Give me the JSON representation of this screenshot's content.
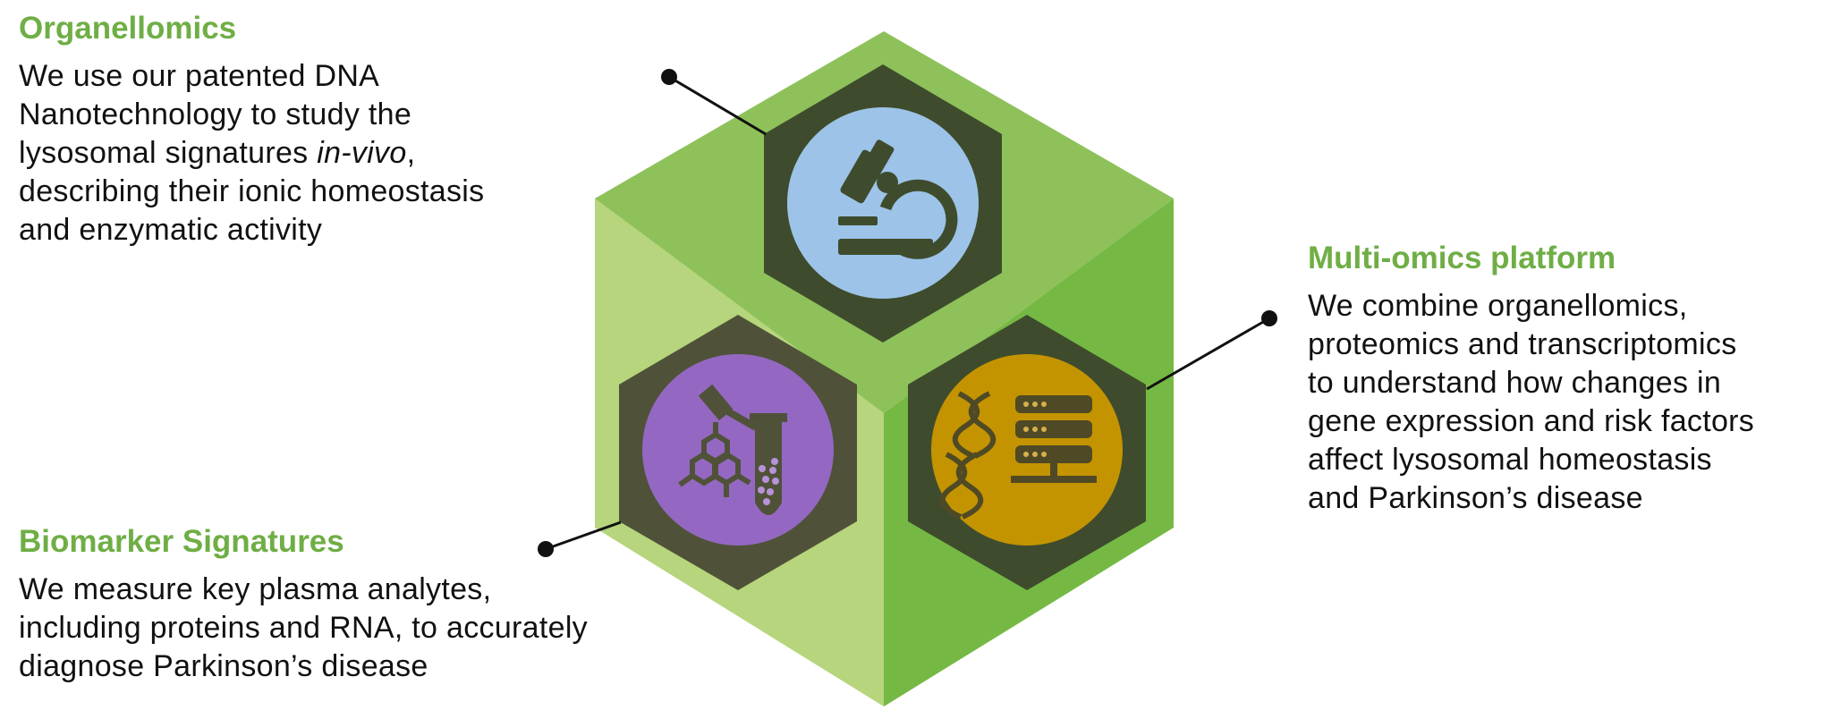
{
  "sections": {
    "organellomics": {
      "title": "Organellomics",
      "lines": [
        "We use our patented DNA",
        "Nanotechnology to study the",
        "lysosomal signatures ",
        "describing their ionic homeostasis",
        "and enzymatic activity"
      ],
      "italic_term": "in-vivo",
      "line3_suffix": ","
    },
    "multiomics": {
      "title": "Multi-omics platform",
      "lines": [
        "We combine organellomics,",
        "proteomics and transcriptomics",
        "to understand how changes in",
        "gene expression and risk factors",
        "affect lysosomal homeostasis",
        "and Parkinson’s disease"
      ]
    },
    "biomarker": {
      "title": "Biomarker Signatures",
      "lines": [
        "We measure key plasma analytes,",
        "including proteins and RNA, to accurately",
        "diagnose Parkinson’s disease"
      ]
    }
  },
  "icons": {
    "top": "microscope-icon",
    "right": "dna-server-icon",
    "left": "molecule-pipette-tube-icon"
  },
  "colors": {
    "heading_green": "#6fae45",
    "hex_dark_green": "#3e4c2d",
    "hex_olive": "#4f5238",
    "light_green": "#b6d57c",
    "mid_green": "#8ec15a",
    "bright_green": "#75b944",
    "circle_blue": "#9dc3e8",
    "circle_purple": "#9468c2",
    "circle_gold": "#c49400"
  }
}
